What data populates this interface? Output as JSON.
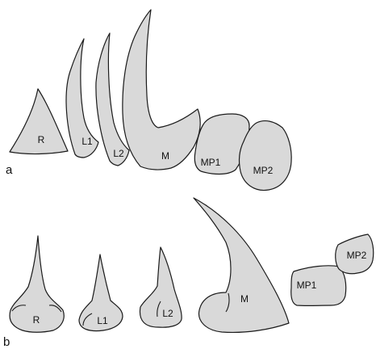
{
  "figure": {
    "panels": [
      {
        "label": "a",
        "elements": [
          "R",
          "L1",
          "L2",
          "M",
          "MP1",
          "MP2"
        ]
      },
      {
        "label": "b",
        "elements": [
          "R",
          "L1",
          "L2",
          "M",
          "MP1",
          "MP2"
        ]
      }
    ],
    "colors": {
      "fill": "#d9d9d9",
      "stroke": "#1a1a1a",
      "background": "#ffffff"
    }
  }
}
